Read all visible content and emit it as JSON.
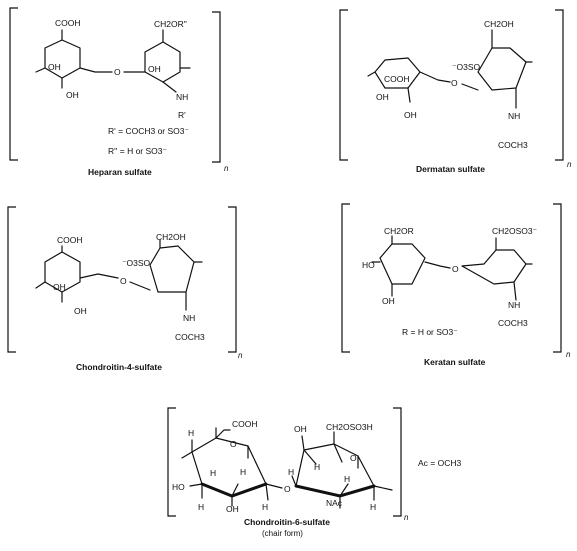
{
  "structures": [
    {
      "caption": "Heparan sulfate",
      "subscript": "n",
      "atoms": {
        "ring1_acid": "COOH",
        "ring1_oh_a": "OH",
        "ring1_oh_b": "OH",
        "link_o": "O",
        "ring2_top": "CH2OR\"",
        "ring2_oh": "OH",
        "ring2_nh": "NH",
        "ring2_r": "R'"
      },
      "notes": [
        "R' = COCH3 or SO3⁻",
        "R'' = H or SO3⁻"
      ]
    },
    {
      "caption": "Dermatan sulfate",
      "subscript": "n",
      "atoms": {
        "ring1_acid": "COOH",
        "ring1_oh_a": "OH",
        "ring1_oh_b": "OH",
        "link_o": "O",
        "ring2_top": "CH2OH",
        "ring2_so3": "⁻O3SO",
        "ring2_nh": "NH",
        "ring2_ac": "COCH3"
      },
      "notes": []
    },
    {
      "caption": "Chondroitin-4-sulfate",
      "subscript": "n",
      "atoms": {
        "ring1_acid": "COOH",
        "ring1_oh_a": "OH",
        "ring1_oh_b": "OH",
        "link_o": "O",
        "ring2_top": "CH2OH",
        "ring2_so3": "⁻O3SO",
        "ring2_nh": "NH",
        "ring2_ac": "COCH3"
      },
      "notes": []
    },
    {
      "caption": "Keratan sulfate",
      "subscript": "n",
      "atoms": {
        "ring1_top": "CH2OR",
        "ring1_oh_a": "HO",
        "ring1_oh_b": "OH",
        "link_o": "O",
        "ring2_top": "CH2OSO3⁻",
        "ring2_nh": "NH",
        "ring2_ac": "COCH3"
      },
      "notes": [
        "R = H or SO3⁻"
      ]
    },
    {
      "caption": "Chondroitin-6-sulfate",
      "caption_sub": "(chair form)",
      "subscript": "n",
      "atoms": {
        "acid": "COOH",
        "ho": "HO",
        "oh_low": "OH",
        "oh_top": "OH",
        "link_o": "O",
        "ring_o1": "O",
        "ring_o2": "O",
        "ch2": "CH2OSO3H",
        "nhac": "NAc",
        "h": "H"
      },
      "notes": [
        "Ac = OCH3"
      ]
    }
  ]
}
